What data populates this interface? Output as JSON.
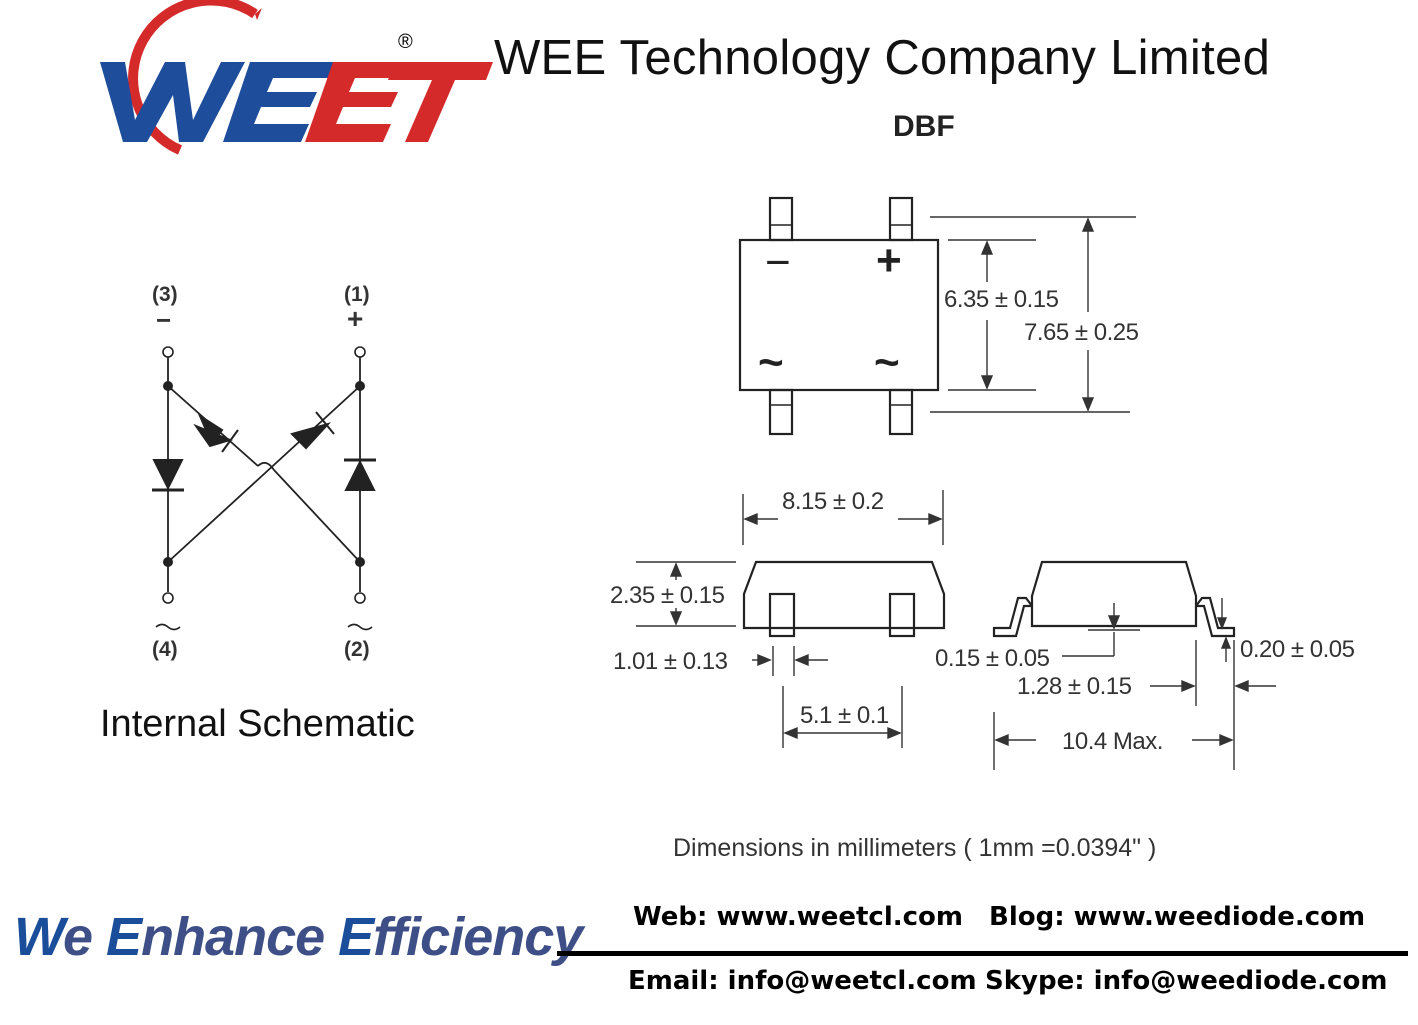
{
  "header": {
    "logo_text": "WEET",
    "registered_mark": "®",
    "company_name": "WEE Technology Company Limited",
    "package_name": "DBF"
  },
  "schematic": {
    "pins": [
      {
        "number": "(3)",
        "symbol": "−"
      },
      {
        "number": "(1)",
        "symbol": "+"
      },
      {
        "number": "(4)",
        "symbol": "~"
      },
      {
        "number": "(2)",
        "symbol": "~"
      }
    ],
    "caption": "Internal Schematic"
  },
  "package": {
    "top_view_marks": {
      "minus": "−",
      "plus": "+",
      "ac_left": "~",
      "ac_right": "~"
    },
    "dimensions": {
      "inner_height": "6.35 ± 0.15",
      "outer_height": "7.65 ± 0.25",
      "body_length": "8.15 ± 0.2",
      "body_height": "2.35 ± 0.15",
      "lead_width": "1.01 ± 0.13",
      "lead_pitch": "5.1 ± 0.1",
      "standoff": "0.15 ± 0.05",
      "lead_thickness": "0.20 ± 0.05",
      "lead_length": "1.28 ± 0.15",
      "overall_width": "10.4 Max."
    },
    "note": "Dimensions in millimeters ( 1mm =0.0394\" )"
  },
  "footer": {
    "slogan": {
      "w": "W",
      "e1": "e ",
      "en_cap": "E",
      "en_rest": "nhance ",
      "ef_cap": "E",
      "ef_rest": "fficiency"
    },
    "web": "Web: www.weetcl.com",
    "blog": "Blog: www.weediode.com",
    "email": "Email: info@weetcl.com",
    "skype": "Skype: info@weediode.com"
  },
  "colors": {
    "logo_blue": "#1e4d9b",
    "logo_red": "#d42a2a",
    "slogan_blue": "#3a4e8c"
  }
}
